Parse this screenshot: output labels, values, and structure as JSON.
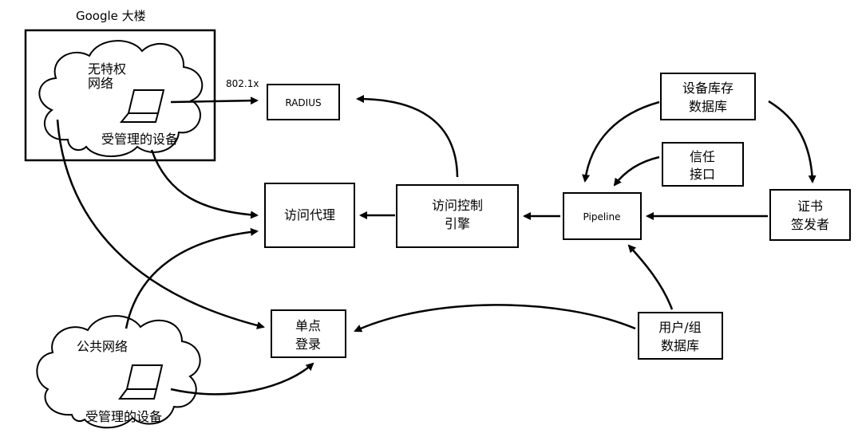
{
  "building": {
    "title": "Google 大楼"
  },
  "clouds": {
    "unprivileged": {
      "line1": "无特权",
      "line2": "网络",
      "device": "受管理的设备"
    },
    "public": {
      "label": "公共网络",
      "device": "受管理的设备"
    }
  },
  "edge_labels": {
    "dot1x": "802.1x"
  },
  "boxes": {
    "radius": "RADIUS",
    "access_proxy": "访问代理",
    "access_control": {
      "line1": "访问控制",
      "line2": "引擎"
    },
    "pipeline": "Pipeline",
    "device_inventory": {
      "line1": "设备库存",
      "line2": "数据库"
    },
    "trust_interface": {
      "line1": "信任",
      "line2": "接口"
    },
    "cert_issuer": {
      "line1": "证书",
      "line2": "签发者"
    },
    "sso": {
      "line1": "单点",
      "line2": "登录"
    },
    "user_group": {
      "line1": "用户/组",
      "line2": "数据库"
    }
  }
}
